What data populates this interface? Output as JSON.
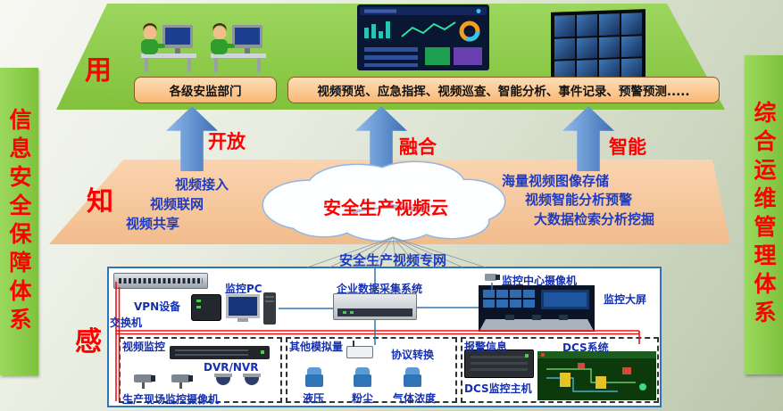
{
  "colors": {
    "platform_green": "#92d050",
    "band_peach": "#f5c8a0",
    "accent_red": "#ff0000",
    "text_blue": "#1f3cc0",
    "arrow_blue": "#3e6fb4",
    "box_orange": "#fac28a",
    "border_blue": "#2e75b6",
    "bus_red": "#ee1111"
  },
  "side_bars": {
    "left": "信息安全保障体系",
    "right": "综合运维管理体系"
  },
  "layers": {
    "use": {
      "tag": "用",
      "dept_box": "各级安监部门",
      "functions_box": "视频预览、应急指挥、视频巡查、智能分析、事件记录、预警预测....."
    },
    "know": {
      "tag": "知",
      "cloud_title": "安全生产视频云",
      "left_items": [
        "视频接入",
        "视频联网",
        "视频共享"
      ],
      "right_items": [
        "海量视频图像存储",
        "视频智能分析预警",
        "大数据检索分析挖掘"
      ],
      "network_label": "安全生产视频专网"
    },
    "sense": {
      "tag": "感"
    }
  },
  "arrows": [
    {
      "label": "开放"
    },
    {
      "label": "融合"
    },
    {
      "label": "智能"
    }
  ],
  "devices": {
    "switch": "交换机",
    "vpn": "VPN设备",
    "monitor_pc": "监控PC",
    "data_collection": "企业数据采集系统",
    "center_camera": "监控中心摄像机",
    "big_screen": "监控大屏"
  },
  "groups": {
    "video": {
      "title": "视频监控",
      "dvr": "DVR/NVR",
      "cameras_label": "生产现场监控摄像机"
    },
    "analog": {
      "title": "其他模拟量",
      "converter": "协议转换",
      "sensors": [
        "液压",
        "粉尘",
        "气体浓度"
      ]
    },
    "dcs": {
      "title": "报警信息",
      "system_label": "DCS系统",
      "host_label": "DCS监控主机"
    }
  }
}
